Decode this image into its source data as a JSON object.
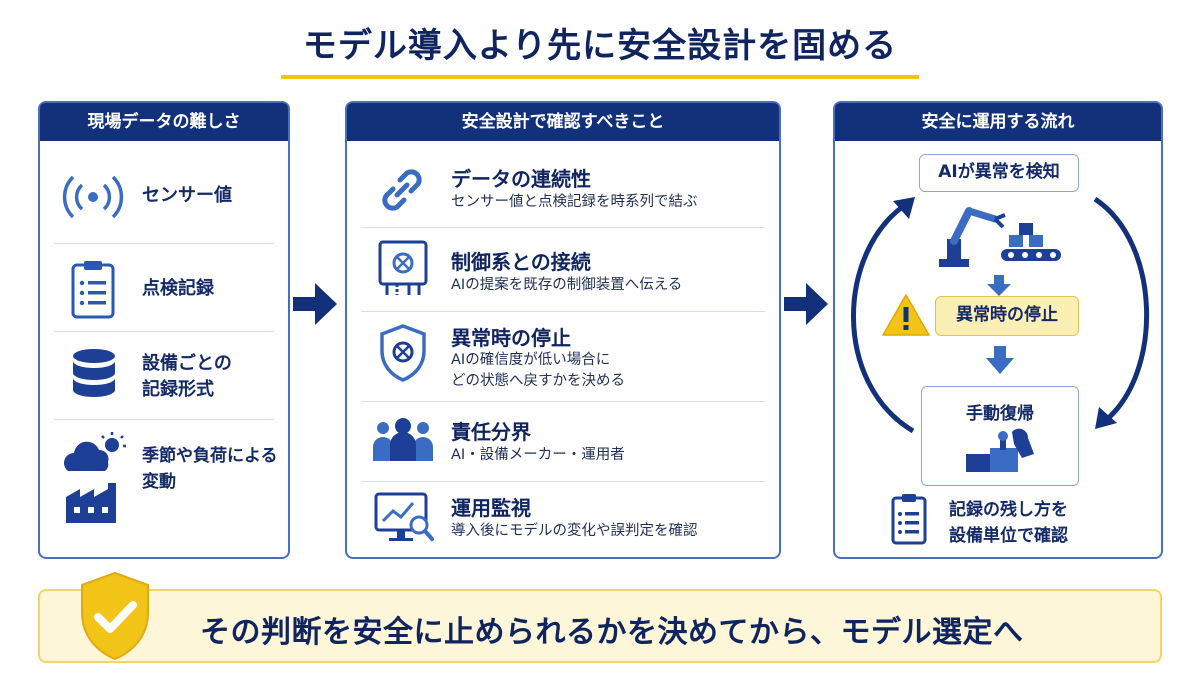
{
  "title": "モデル導入より先に安全設計を固める",
  "left_panel": {
    "header": "現場データの難しさ",
    "items": [
      {
        "icon": "signal-icon",
        "label": "センサー値"
      },
      {
        "icon": "clipboard-icon",
        "label": "点検記録"
      },
      {
        "icon": "database-icon",
        "label_line1": "設備ごとの",
        "label_line2": "記録形式"
      },
      {
        "icon": "weather-factory-icon",
        "label_line1": "季節や負荷による",
        "label_line2": "変動"
      }
    ]
  },
  "middle_panel": {
    "header": "安全設計で確認すべきこと",
    "items": [
      {
        "icon": "link-icon",
        "title": "データの連続性",
        "desc": "センサー値と点検記録を時系列で結ぶ"
      },
      {
        "icon": "control-panel-icon",
        "title": "制御系との接続",
        "desc": "AIの提案を既存の制御装置へ伝える"
      },
      {
        "icon": "shield-icon",
        "title": "異常時の停止",
        "desc_line1": "AIの確信度が低い場合に",
        "desc_line2": "どの状態へ戻すかを決める"
      },
      {
        "icon": "people-icon",
        "title": "責任分界",
        "desc": "AI・設備メーカー・運用者"
      },
      {
        "icon": "monitor-icon",
        "title": "運用監視",
        "desc": "導入後にモデルの変化や誤判定を確認"
      }
    ]
  },
  "right_panel": {
    "header": "安全に運用する流れ",
    "detect": "AIが異常を検知",
    "stop": "異常時の停止",
    "recover": "手動復帰",
    "record_line1": "記録の残し方を",
    "record_line2": "設備単位で確認"
  },
  "banner": {
    "text": "その判断を安全に止められるかを決めてから、モデル選定へ"
  },
  "colors": {
    "navy": "#13307a",
    "accent_blue": "#3b6cc4",
    "yellow": "#f2c418",
    "banner_bg": "#fdf6d8"
  }
}
